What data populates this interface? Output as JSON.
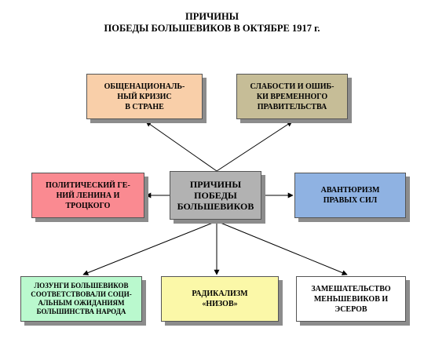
{
  "title": {
    "line1": "ПРИЧИНЫ",
    "line2": "ПОБЕДЫ БОЛЬШЕВИКОВ В ОКТЯБРЕ 1917 г."
  },
  "center": "ПРИЧИНЫ\nПОБЕДЫ\nБОЛЬШЕВИКОВ",
  "causes": {
    "crisis": "ОБЩЕНАЦИОНАЛЬ-\nНЫЙ КРИЗИС\nВ СТРАНЕ",
    "weakness": "СЛАБОСТИ И ОШИБ-\nКИ ВРЕМЕННОГО\nПРАВИТЕЛЬСТВА",
    "genius": "ПОЛИТИЧЕСКИЙ ГЕ-\nНИЙ ЛЕНИНА И\nТРОЦКОГО",
    "adventurism": "АВАНТЮРИЗМ\nПРАВЫХ СИЛ",
    "slogans": "ЛОЗУНГИ БОЛЬШЕВИКОВ\nСООТВЕТСТВОВАЛИ СОЦИ-\nАЛЬНЫМ ОЖИДАНИЯМ\nБОЛЬШИНСТВА НАРОДА",
    "radicalism": "РАДИКАЛИЗМ\n«НИЗОВ»",
    "confusion": "ЗАМЕШАТЕЛЬСТВО\nМЕНЬШЕВИКОВ И\nЭСЕРОВ"
  },
  "colors": {
    "crisis": "#f9cfa9",
    "weakness": "#c6bd97",
    "genius": "#fa8a91",
    "center": "#b2b2b2",
    "adventurism": "#8fb2e2",
    "slogans": "#baf9ce",
    "radicalism": "#fbf8a8",
    "confusion": "#ffffff",
    "shadow": "#8c8c8c"
  }
}
